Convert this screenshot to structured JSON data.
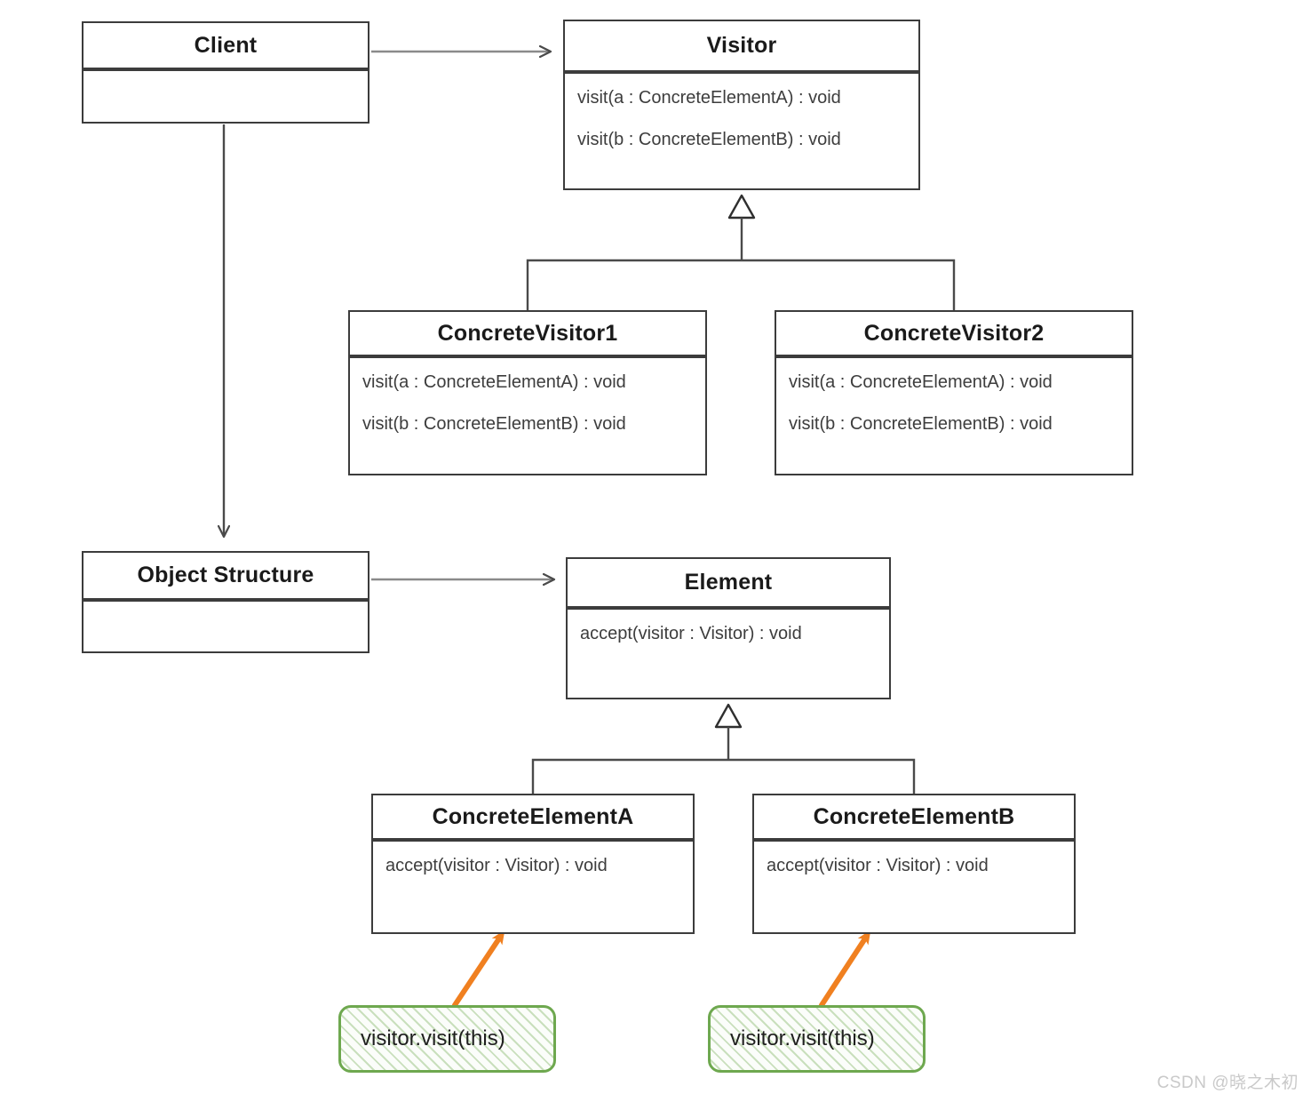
{
  "diagram": {
    "title": "Visitor Pattern UML Class Diagram",
    "type": "uml-class-diagram",
    "colors": {
      "box_border": "#3c3c3c",
      "box_fill": "#ffffff",
      "edge": "#4a4a4a",
      "note_border": "#6ea84f",
      "note_hatch": "#78af5a",
      "annotation_arrow": "#f08020",
      "watermark": "#c9c9c9"
    },
    "classes": [
      {
        "id": "client",
        "name": "Client",
        "members": []
      },
      {
        "id": "visitor",
        "name": "Visitor",
        "members": [
          "visit(a : ConcreteElementA) : void",
          "visit(b : ConcreteElementB) : void"
        ]
      },
      {
        "id": "concrete-visitor-1",
        "name": "ConcreteVisitor1",
        "members": [
          "visit(a : ConcreteElementA) : void",
          "visit(b : ConcreteElementB) : void"
        ]
      },
      {
        "id": "concrete-visitor-2",
        "name": "ConcreteVisitor2",
        "members": [
          "visit(a : ConcreteElementA) : void",
          "visit(b : ConcreteElementB) : void"
        ]
      },
      {
        "id": "object-structure",
        "name": "Object Structure",
        "members": []
      },
      {
        "id": "element",
        "name": "Element",
        "members": [
          "accept(visitor : Visitor) : void"
        ]
      },
      {
        "id": "concrete-element-a",
        "name": "ConcreteElementA",
        "members": [
          "accept(visitor : Visitor) : void"
        ]
      },
      {
        "id": "concrete-element-b",
        "name": "ConcreteElementB",
        "members": [
          "accept(visitor : Visitor) : void"
        ]
      }
    ],
    "edges": [
      {
        "from": "client",
        "to": "visitor",
        "kind": "association",
        "arrow": "open"
      },
      {
        "from": "client",
        "to": "object-structure",
        "kind": "association",
        "arrow": "open"
      },
      {
        "from": "object-structure",
        "to": "element",
        "kind": "association",
        "arrow": "open"
      },
      {
        "from": "concrete-visitor-1",
        "to": "visitor",
        "kind": "generalization",
        "arrow": "hollow-triangle"
      },
      {
        "from": "concrete-visitor-2",
        "to": "visitor",
        "kind": "generalization",
        "arrow": "hollow-triangle"
      },
      {
        "from": "concrete-element-a",
        "to": "element",
        "kind": "generalization",
        "arrow": "hollow-triangle"
      },
      {
        "from": "concrete-element-b",
        "to": "element",
        "kind": "generalization",
        "arrow": "hollow-triangle"
      }
    ],
    "notes": [
      {
        "id": "note-a",
        "text": "visitor.visit(this)",
        "points_to": "concrete-element-a"
      },
      {
        "id": "note-b",
        "text": "visitor.visit(this)",
        "points_to": "concrete-element-b"
      }
    ],
    "watermark": "CSDN @晓之木初"
  }
}
